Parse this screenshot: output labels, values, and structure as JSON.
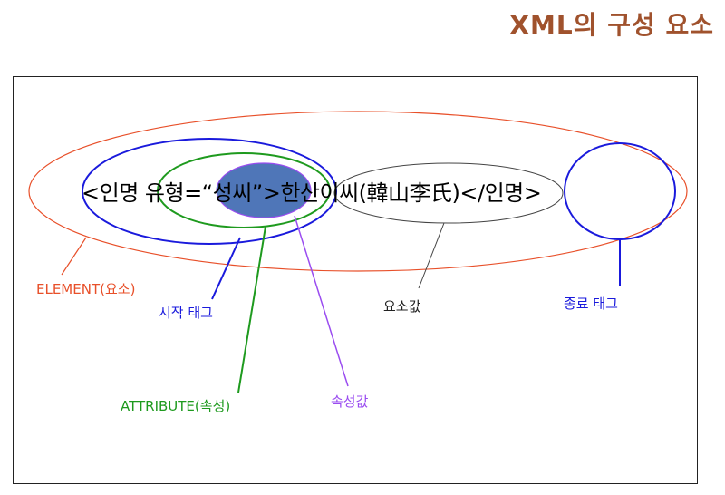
{
  "title": "XML의 구성 요소",
  "code": {
    "open_prefix": "<인명 ",
    "attr_name": "유형=“",
    "attr_value": "성씨",
    "attr_close": "”",
    "open_bracket_end": ">",
    "element_value": "한산이씨(韓山李氏)",
    "close_tag": "</인명>"
  },
  "labels": {
    "element": "ELEMENT(요소)",
    "start_tag": "시작 태그",
    "element_value": "요소값",
    "end_tag": "종료 태그",
    "attribute": "ATTRIBUTE(속성)",
    "attribute_value": "속성값"
  },
  "colors": {
    "title": "#a0522d",
    "element": "#e8502a",
    "start_tag": "#1a1adc",
    "attribute": "#1e9a1e",
    "attribute_value_fill": "#4f76b8",
    "attribute_value_line": "#9a4cf0",
    "element_value": "#444444",
    "end_tag": "#1a1adc"
  }
}
